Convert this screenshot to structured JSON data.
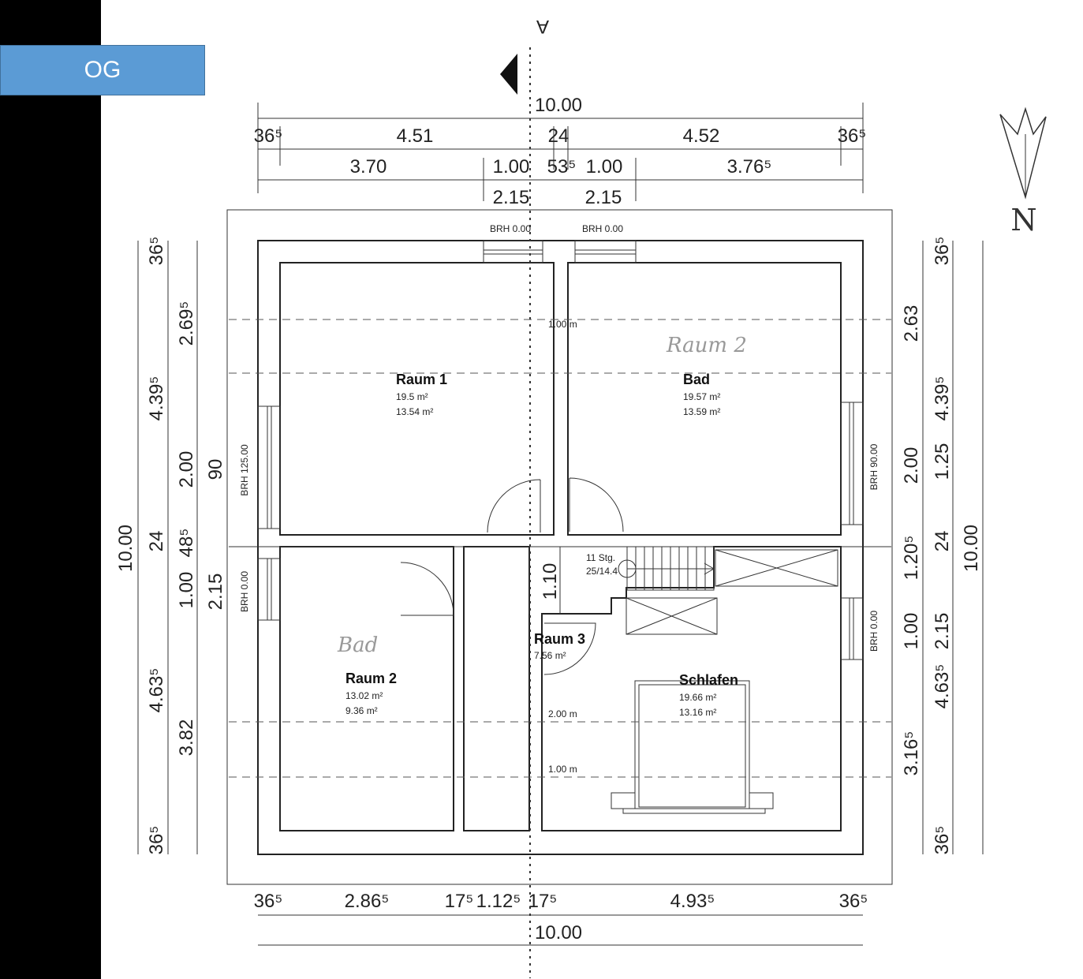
{
  "floor_label": "OG",
  "section_marker": "A",
  "north_label": "N",
  "dims": {
    "top": [
      "10.00",
      "36⁵",
      "4.51",
      "24",
      "4.52",
      "36⁵",
      "3.70",
      "1.00",
      "53⁵",
      "1.00",
      "3.76⁵",
      "2.15",
      "2.15"
    ],
    "left": [
      "36⁵",
      "4.39⁵",
      "24",
      "4.63⁵",
      "36⁵",
      "2.69⁵",
      "2.00",
      "48⁵",
      "1.00",
      "3.82",
      "90",
      "2.15",
      "10.00"
    ],
    "right": [
      "36⁵",
      "4.39⁵",
      "1.25",
      "24",
      "2.15",
      "4.63⁵",
      "36⁵",
      "2.63",
      "2.00",
      "1.20⁵",
      "1.00",
      "3.16⁵",
      "10.00"
    ],
    "bottom": [
      "36⁵",
      "2.86⁵",
      "17⁵",
      "1.12⁵",
      "17⁵",
      "4.93⁵",
      "36⁵",
      "10.00"
    ]
  },
  "brh": [
    "BRH 0.00",
    "BRH 0.00",
    "BRH 125.00",
    "BRH 0.00",
    "BRH 90.00",
    "BRH 0.00"
  ],
  "heights": [
    "1.00 m",
    "2.00 m",
    "1.00 m",
    "1.10"
  ],
  "stairs": {
    "steps": "11 Stg.",
    "ratio": "25/14.4"
  },
  "rooms": [
    {
      "name": "Raum 1",
      "area1": "19.5 m²",
      "area2": "13.54 m²"
    },
    {
      "name": "Bad",
      "area1": "19.57 m²",
      "area2": "13.59 m²",
      "handwritten": "Raum 2"
    },
    {
      "name": "Raum 2",
      "area1": "13.02 m²",
      "area2": "9.36 m²",
      "handwritten": "Bad"
    },
    {
      "name": "Raum 3",
      "area1": "7.56 m²"
    },
    {
      "name": "Schlafen",
      "area1": "19.66 m²",
      "area2": "13.16 m²"
    }
  ],
  "colors": {
    "label_bg": "#5b9bd5",
    "sidebar": "#000000"
  }
}
